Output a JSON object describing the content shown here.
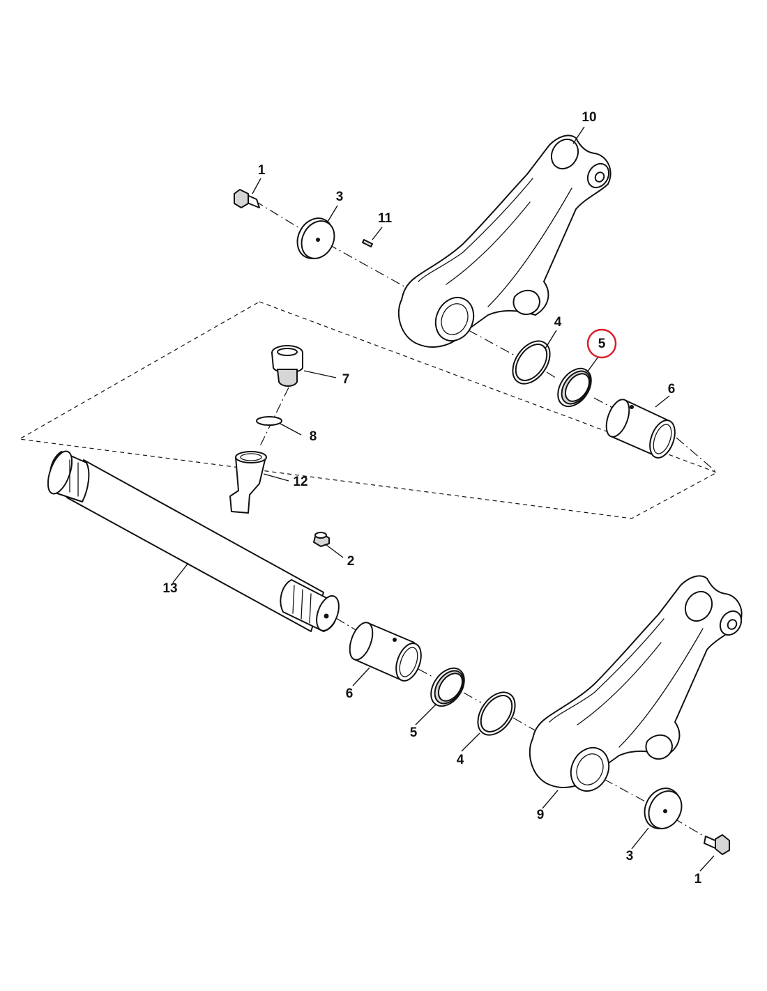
{
  "diagram": {
    "callouts": [
      {
        "id": "c10",
        "label": "10"
      },
      {
        "id": "c1a",
        "label": "1"
      },
      {
        "id": "c3a",
        "label": "3"
      },
      {
        "id": "c11",
        "label": "11"
      },
      {
        "id": "c4a",
        "label": "4"
      },
      {
        "id": "c5a",
        "label": "5"
      },
      {
        "id": "c6a",
        "label": "6"
      },
      {
        "id": "c7",
        "label": "7"
      },
      {
        "id": "c8",
        "label": "8"
      },
      {
        "id": "c12",
        "label": "12"
      },
      {
        "id": "c2",
        "label": "2"
      },
      {
        "id": "c13",
        "label": "13"
      },
      {
        "id": "c6b",
        "label": "6"
      },
      {
        "id": "c5b",
        "label": "5"
      },
      {
        "id": "c4b",
        "label": "4"
      },
      {
        "id": "c9",
        "label": "9"
      },
      {
        "id": "c3b",
        "label": "3"
      },
      {
        "id": "c1b",
        "label": "1"
      }
    ],
    "highlighted_callout": "c5a",
    "highlight_color": "#d9202a",
    "line_color": "#111111"
  }
}
